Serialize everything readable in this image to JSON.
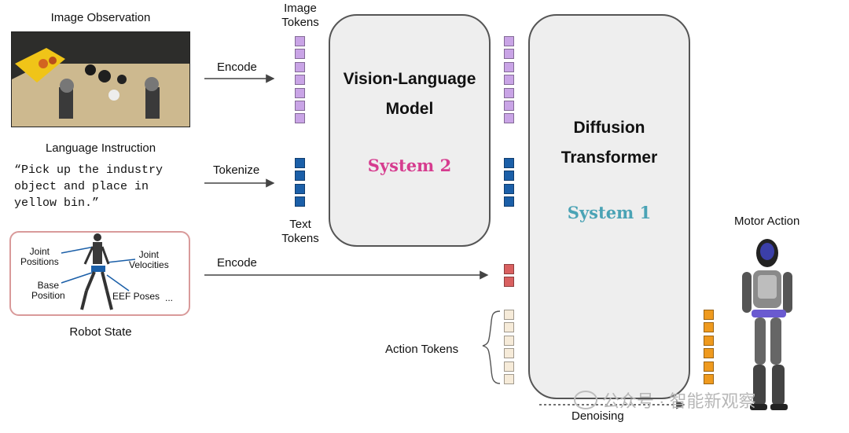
{
  "inputs": {
    "image_observation_title": "Image Observation",
    "language_instruction_title": "Language Instruction",
    "instruction_text": "“Pick up the industry\nobject and place in\nyellow bin.”",
    "robot_state_title": "Robot State",
    "robot_state_labels": {
      "joint_positions": "Joint\nPositions",
      "joint_velocities": "Joint\nVelocities",
      "base_position": "Base\nPosition",
      "eef_poses": "EEF Poses",
      "ellipsis": "..."
    }
  },
  "arrows": {
    "encode_image": "Encode",
    "tokenize": "Tokenize",
    "encode_state": "Encode"
  },
  "tokens": {
    "image_tokens_label": "Image\nTokens",
    "text_tokens_label": "Text\nTokens",
    "action_tokens_label": "Action Tokens"
  },
  "vlm": {
    "title": "Vision-Language\nModel",
    "system_label": "System 2"
  },
  "dit": {
    "title": "Diffusion\nTransformer",
    "system_label": "System 1"
  },
  "output": {
    "motor_action_label": "Motor Action",
    "denoising_label": "Denoising"
  },
  "watermark": {
    "text": "公众号 · 智能新观察"
  },
  "colors": {
    "image_token": "#c9a4e6",
    "text_token": "#1b5fa8",
    "state_token": "#d96060",
    "action_token_noisy": "#f6ebd9",
    "action_token_mid": "#efd9b0",
    "action_token_partial": "#f2b35a",
    "action_token_final": "#ef9a1e",
    "system2": "#d63c8f",
    "system1": "#4aa3b5",
    "robot_state_border": "#d99a9a"
  }
}
